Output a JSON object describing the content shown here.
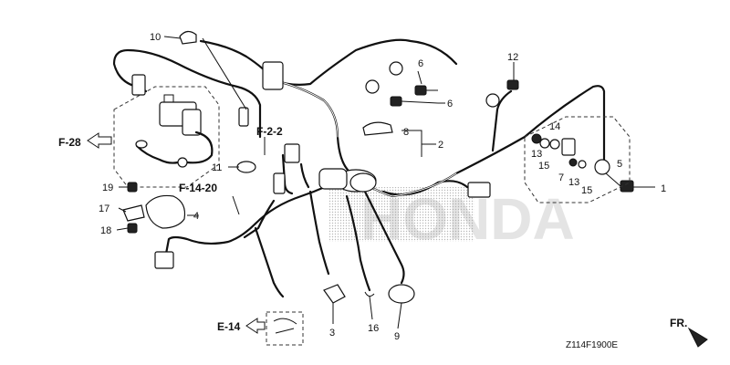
{
  "diagram": {
    "watermark": "HONDA",
    "drawing_code": "Z114F1900E",
    "direction_label": "FR.",
    "references": {
      "f28": "F-28",
      "f22": "F-2-2",
      "f1420": "F-14-20",
      "e14": "E-14"
    },
    "callouts": {
      "c1": "1",
      "c2": "2",
      "c3": "3",
      "c4": "4",
      "c5": "5",
      "c6a": "6",
      "c6b": "6",
      "c7": "7",
      "c8": "8",
      "c9": "9",
      "c10": "10",
      "c11": "11",
      "c12": "12",
      "c13a": "13",
      "c13b": "13",
      "c14": "14",
      "c15a": "15",
      "c15b": "15",
      "c16": "16",
      "c17": "17",
      "c18": "18",
      "c19": "19"
    }
  }
}
